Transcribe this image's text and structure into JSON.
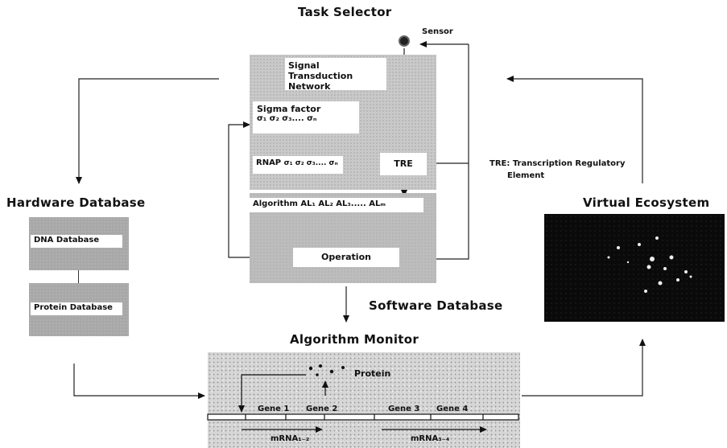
{
  "titles": {
    "task_selector": "Task Selector",
    "hardware_database": "Hardware Database",
    "software_database": "Software Database",
    "algorithm_monitor": "Algorithm Monitor",
    "virtual_ecosystem": "Virtual Ecosystem"
  },
  "task_selector": {
    "sensor": "Sensor",
    "signal_network": "Signal Transduction Network",
    "sigma_factor": "Sigma factor",
    "sigma_list": "σ₁ σ₂ σ₃.... σₙ",
    "rnap": "RNAP",
    "rnap_sigmas": "σ₁ σ₂ σ₃.... σₙ",
    "tre": "TRE",
    "algorithm": "Algorithm AL₁ AL₂ AL₃..... ALₘ",
    "operation": "Operation"
  },
  "tre_legend": {
    "line1": "TRE: Transcription Regulatory",
    "line2": "Element"
  },
  "hardware": {
    "dna": "DNA Database",
    "protein": "Protein Database"
  },
  "monitor": {
    "protein": "Protein",
    "genes": [
      "Gene 1",
      "Gene 2",
      "Gene 3",
      "Gene 4"
    ],
    "mrna1": "mRNA₁₋₂",
    "mrna2": "mRNA₃₋₄"
  }
}
